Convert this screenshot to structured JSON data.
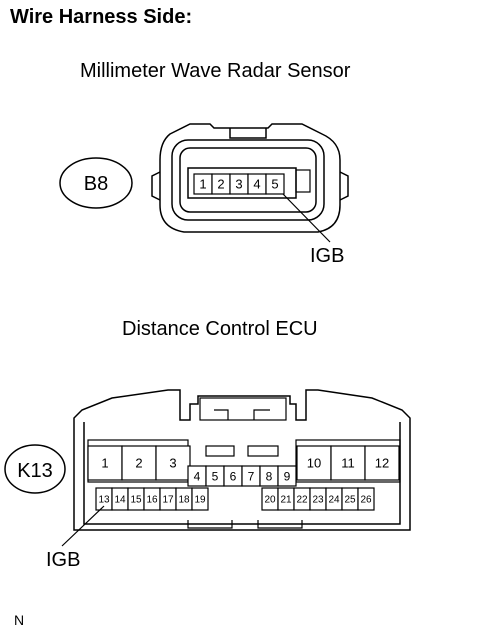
{
  "page": {
    "title": "Wire Harness Side:",
    "footer_mark": "N"
  },
  "sensor": {
    "title": "Millimeter Wave Radar Sensor",
    "connector_id": "B8",
    "pins": [
      "1",
      "2",
      "3",
      "4",
      "5"
    ],
    "callout_label": "IGB",
    "callout_pin": "5"
  },
  "ecu": {
    "title": "Distance Control ECU",
    "connector_id": "K13",
    "big_pins": [
      "1",
      "2",
      "3",
      "10",
      "11",
      "12"
    ],
    "mid_pins": [
      "4",
      "5",
      "6",
      "7",
      "8",
      "9"
    ],
    "bottom_pins": [
      "13",
      "14",
      "15",
      "16",
      "17",
      "18",
      "19",
      "20",
      "21",
      "22",
      "23",
      "24",
      "25",
      "26"
    ],
    "callout_label": "IGB",
    "callout_pin": "13"
  }
}
